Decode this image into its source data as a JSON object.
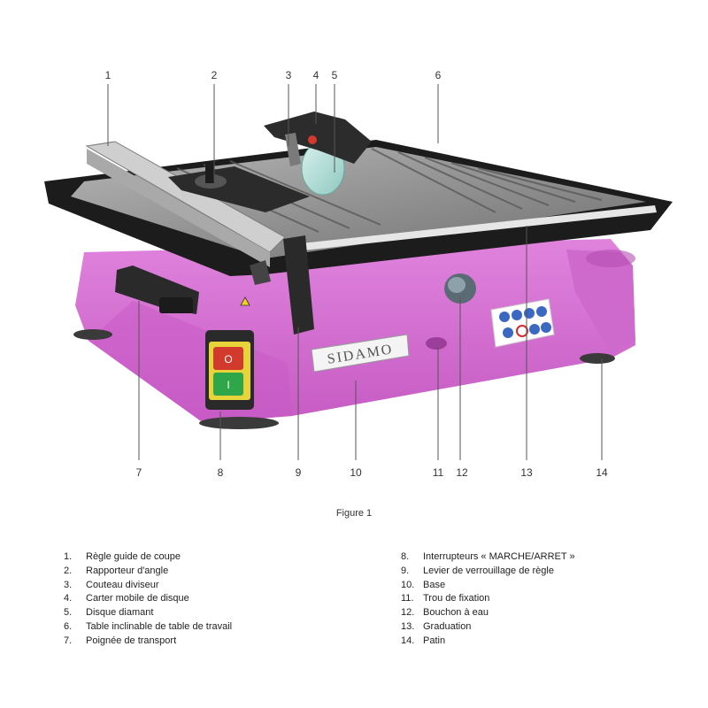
{
  "figure": {
    "brand_label": "SIDAMO",
    "switch_labels": {
      "stop": "O",
      "start": "I"
    },
    "callouts": [
      {
        "num": "1"
      },
      {
        "num": "2"
      },
      {
        "num": "3"
      },
      {
        "num": "4"
      },
      {
        "num": "5"
      },
      {
        "num": "6"
      },
      {
        "num": "7"
      },
      {
        "num": "8"
      },
      {
        "num": "9"
      },
      {
        "num": "10"
      },
      {
        "num": "11"
      },
      {
        "num": "12"
      },
      {
        "num": "13"
      },
      {
        "num": "14"
      }
    ],
    "colors": {
      "body": "#d86fd6",
      "body_dark": "#b64fb4",
      "table_frame": "#1c1c1c",
      "table_surface": "#8d8d8d",
      "switch_panel": "#e8d43a"
    }
  },
  "caption": "Figure 1",
  "legend": {
    "left": [
      {
        "num": "1.",
        "label": "Règle guide de coupe"
      },
      {
        "num": "2.",
        "label": "Rapporteur d'angle"
      },
      {
        "num": "3.",
        "label": "Couteau diviseur"
      },
      {
        "num": "4.",
        "label": "Carter mobile de disque"
      },
      {
        "num": "5.",
        "label": "Disque diamant"
      },
      {
        "num": "6.",
        "label": "Table inclinable de table de travail"
      },
      {
        "num": "7.",
        "label": "Poignée de transport"
      }
    ],
    "right": [
      {
        "num": "8.",
        "label": "Interrupteurs « MARCHE/ARRET »"
      },
      {
        "num": "9.",
        "label": "Levier de verrouillage de règle"
      },
      {
        "num": "10.",
        "label": "Base"
      },
      {
        "num": "11.",
        "label": "Trou de fixation"
      },
      {
        "num": "12.",
        "label": "Bouchon à eau"
      },
      {
        "num": "13.",
        "label": "Graduation"
      },
      {
        "num": "14.",
        "label": "Patin"
      }
    ]
  }
}
